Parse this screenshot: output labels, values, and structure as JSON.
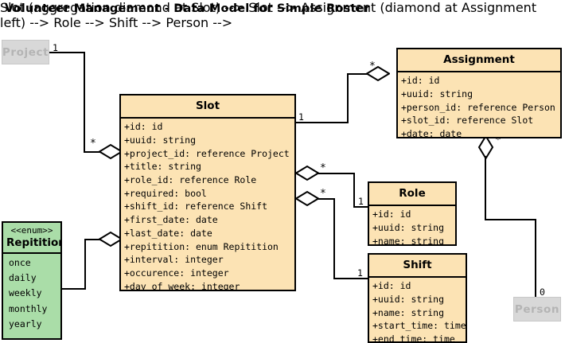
{
  "title": "Volunteer Management - Data Model for Simple Roster",
  "colors": {
    "class_fill": "#FCE3B4",
    "enum_fill": "#AADDA8",
    "ghost_fill": "#D8D8D8",
    "ghost_text": "#B4B4B4",
    "line": "#000000"
  },
  "classes": {
    "slot": {
      "name": "Slot",
      "attributes": [
        "+id: id",
        "+uuid: string",
        "+project_id: reference Project",
        "+title: string",
        "+role_id: reference Role",
        "+required: bool",
        "+shift_id: reference Shift",
        "+first_date: date",
        "+last_date: date",
        "+repitition: enum Repitition",
        "+interval: integer",
        "+occurence: integer",
        "+day of week: integer"
      ]
    },
    "assignment": {
      "name": "Assignment",
      "attributes": [
        "+id: id",
        "+uuid: string",
        "+person_id: reference Person",
        "+slot_id: reference Slot",
        "+date: date"
      ]
    },
    "role": {
      "name": "Role",
      "attributes": [
        "+id: id",
        "+uuid: string",
        "+name: string"
      ]
    },
    "shift": {
      "name": "Shift",
      "attributes": [
        "+id: id",
        "+uuid: string",
        "+name: string",
        "+start_time: time",
        "+end_time: time"
      ]
    },
    "repitition": {
      "stereotype": "<<enum>>",
      "name": "Repitition",
      "values": [
        "once",
        "daily",
        "weekly",
        "monthly",
        "yearly"
      ]
    },
    "project": {
      "name": "Project"
    },
    "person": {
      "name": "Person"
    }
  },
  "multiplicities": {
    "project_end": "1",
    "slot_project_end": "*",
    "slot_assignment_end": "1",
    "assignment_slot_end": "*",
    "slot_role_end": "*",
    "role_end": "1",
    "slot_shift_end": "*",
    "shift_end": "1",
    "assignment_person_end": "*",
    "person_end": "0"
  }
}
